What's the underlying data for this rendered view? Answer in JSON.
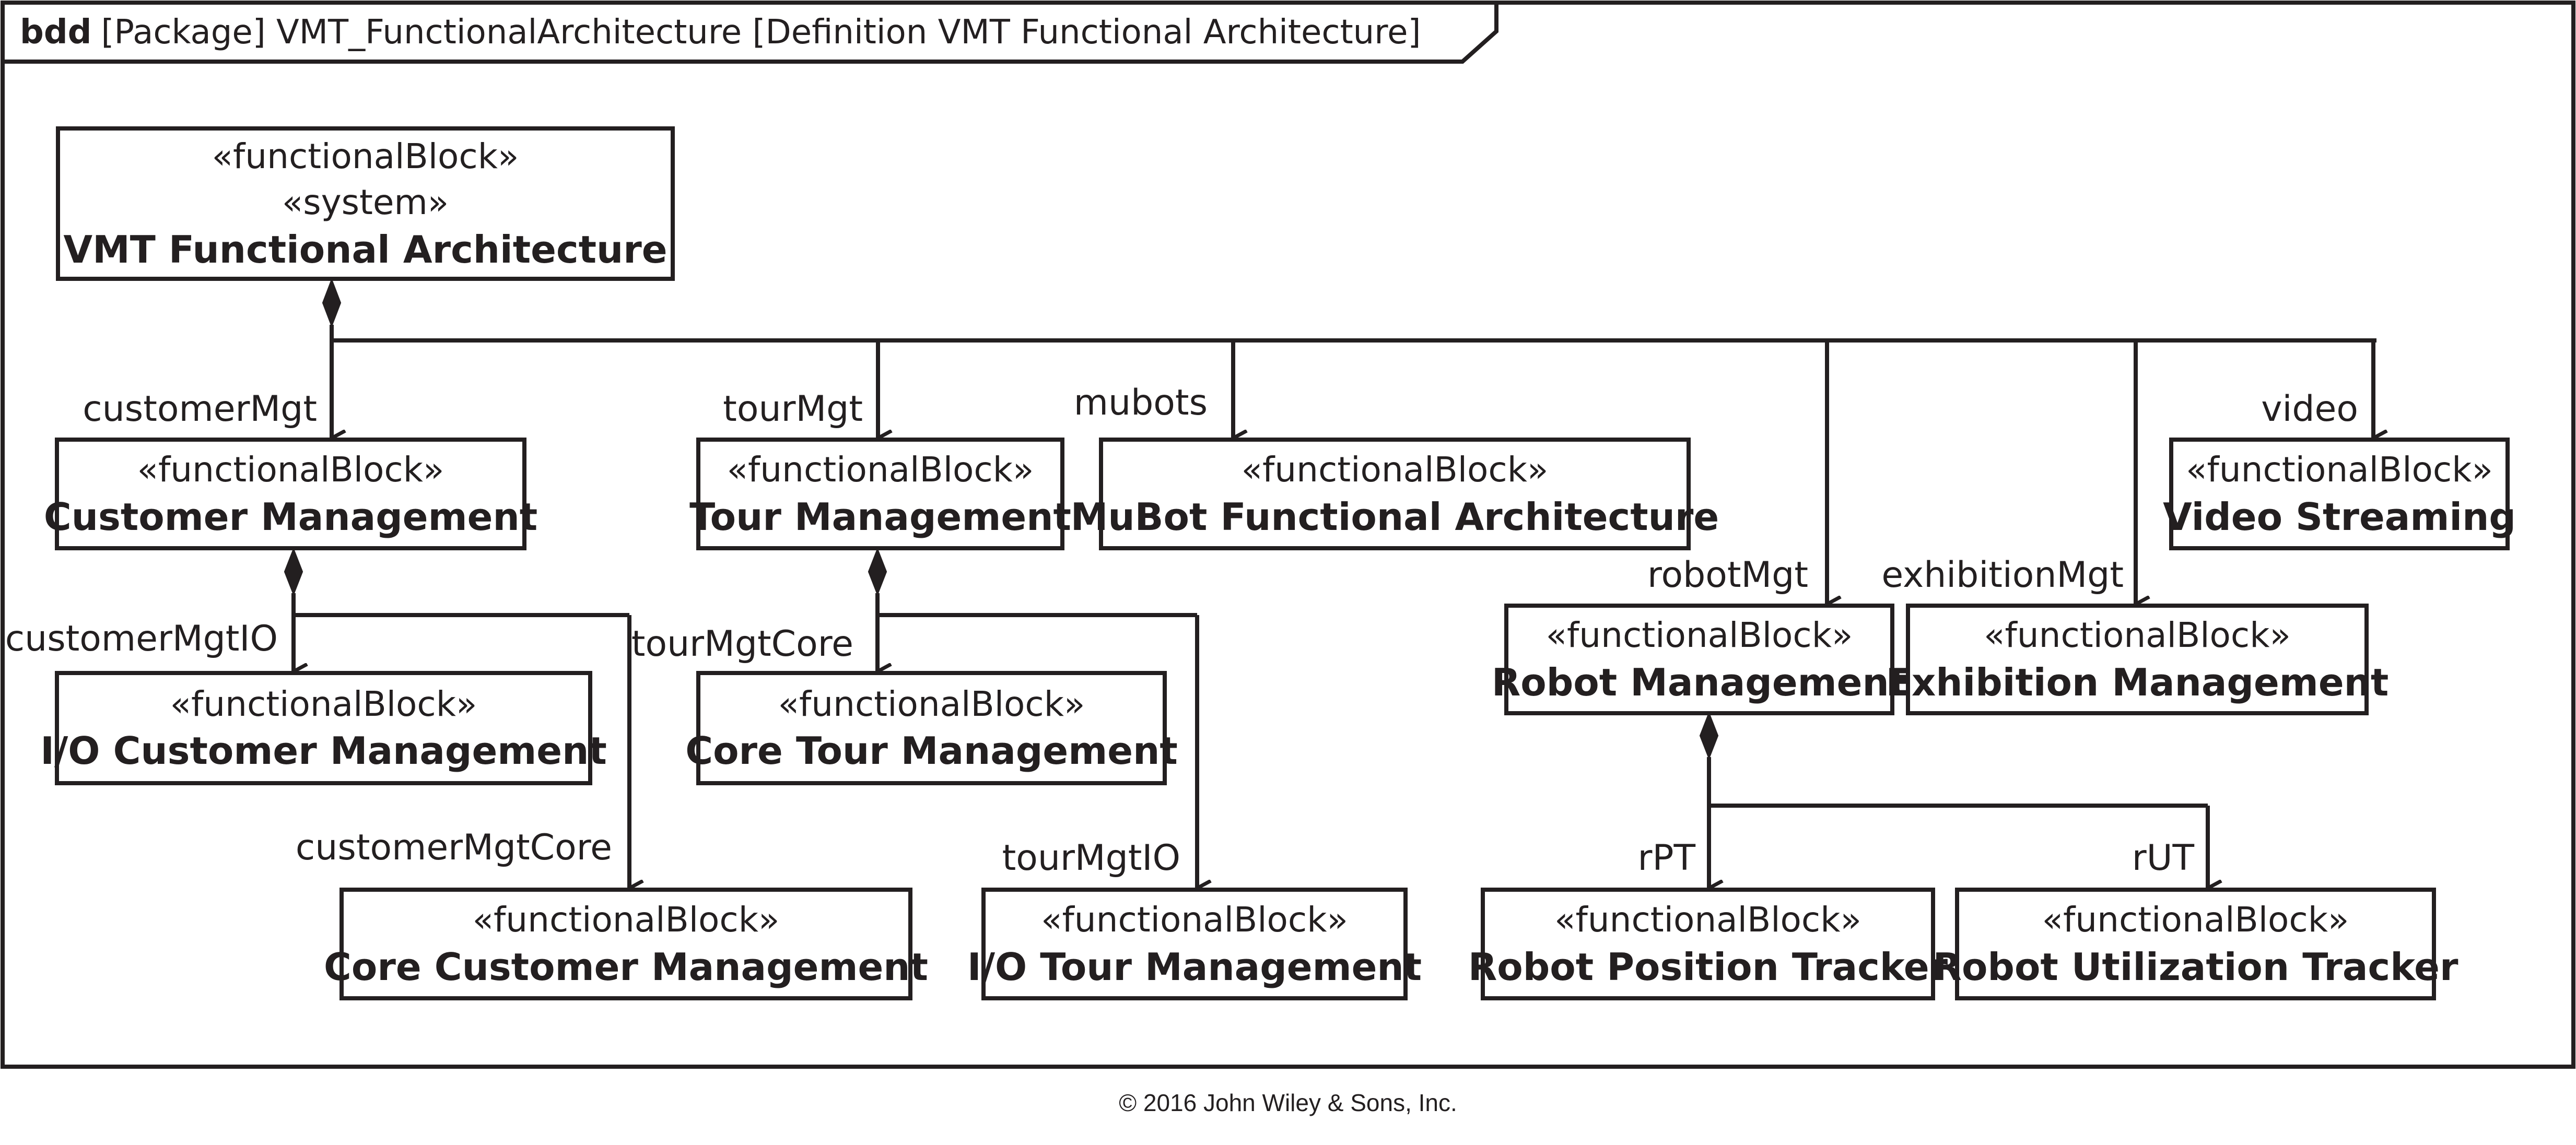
{
  "frame": {
    "kind": "bdd",
    "header": "[Package] VMT_FunctionalArchitecture [Definition VMT Functional Architecture]"
  },
  "blocks": {
    "vmt": {
      "stereotype1": "«functionalBlock»",
      "stereotype2": "«system»",
      "name": "VMT Functional Architecture"
    },
    "customer_mgmt": {
      "stereotype": "«functionalBlock»",
      "name": "Customer Management"
    },
    "tour_mgmt": {
      "stereotype": "«functionalBlock»",
      "name": "Tour Management"
    },
    "mubot": {
      "stereotype": "«functionalBlock»",
      "name": "MuBot Functional Architecture"
    },
    "video": {
      "stereotype": "«functionalBlock»",
      "name": "Video Streaming"
    },
    "robot_mgmt": {
      "stereotype": "«functionalBlock»",
      "name": "Robot Management"
    },
    "exhibition_mgmt": {
      "stereotype": "«functionalBlock»",
      "name": "Exhibition Management"
    },
    "io_customer_mgmt": {
      "stereotype": "«functionalBlock»",
      "name": "I/O Customer Management"
    },
    "core_tour_mgmt": {
      "stereotype": "«functionalBlock»",
      "name": "Core Tour Management"
    },
    "core_customer_mgmt": {
      "stereotype": "«functionalBlock»",
      "name": "Core Customer Management"
    },
    "io_tour_mgmt": {
      "stereotype": "«functionalBlock»",
      "name": "I/O Tour Management"
    },
    "robot_position_tracker": {
      "stereotype": "«functionalBlock»",
      "name": "Robot Position Tracker"
    },
    "robot_utilization_tracker": {
      "stereotype": "«functionalBlock»",
      "name": "Robot Utilization Tracker"
    }
  },
  "roles": {
    "customerMgt": "customerMgt",
    "tourMgt": "tourMgt",
    "mubots": "mubots",
    "video": "video",
    "robotMgt": "robotMgt",
    "exhibitionMgt": "exhibitionMgt",
    "customerMgtIO": "customerMgtIO",
    "tourMgtCore": "tourMgtCore",
    "customerMgtCore": "customerMgtCore",
    "tourMgtIO": "tourMgtIO",
    "rPT": "rPT",
    "rUT": "rUT"
  },
  "copyright": "© 2016 John Wiley & Sons, Inc.",
  "colors": {
    "ink": "#231f20",
    "background": "#ffffff"
  }
}
